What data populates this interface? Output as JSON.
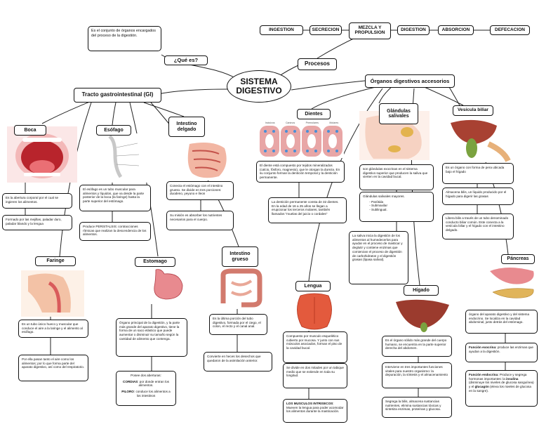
{
  "title": "SISTEMA DIGESTIVO",
  "intro": {
    "question": "¿Qué es?",
    "definition": "Es el conjunto de órganos encargados del proceso de la digestión."
  },
  "processes": {
    "label": "Procesos",
    "steps": [
      "INGESTION",
      "SECRECION",
      "MEZCLA Y PROPULSION",
      "DIGESTION",
      "ABSORCION",
      "DEFECACION"
    ]
  },
  "gi": {
    "label": "Tracto gastrointestinal (GI)",
    "boca": {
      "label": "Boca",
      "desc1": "Es la abertura corporal por el cual se ingieren los alimentos.",
      "desc2": "Formado por las mejillas, paladar duro, paladar blando y la lengua"
    },
    "esofago": {
      "label": "Esófago",
      "desc1": "El esófago es un tubo muscular para alimentos y líquidos, que va desde la parte posterior de la boca (la faringe) hasta la parte superior del estómago.",
      "desc2": "Produce PERISTALSIS: contracciones rítmicas que realizan la descendencia de los alimentos."
    },
    "delgado": {
      "label": "Intestino delgado",
      "desc1": "Conecta el estómago con el intestino grueso. Se divide en tres porciones: duodeno, yeyuno e íleon",
      "desc2": "Su misión es absorber los nutrientes necesarios para el cuerpo."
    },
    "faringe": {
      "label": "Faringe",
      "desc1": "Es un tubo único hueco y muscular que conduce el aire a la laringe y el alimento al esófago.",
      "desc2": "Por ella pasan tanto el aire como los alimentos; por lo que forma parte del aparato digestivo, así como del respiratorio."
    },
    "estomago": {
      "label": "Estomago",
      "desc1": "Órgano principal de la digestión, y la parte más grande del aparato digestivo, tiene la forma de un saco elástico que puede aumentar o disminuir su tamaño según la cantidad de alimento que contenga.",
      "desc2_intro": "Posee dos aberturas:",
      "cardias_key": "CORDIAS",
      "cardias": ": por donde entran los alimentos.",
      "piloro_key": "PILORO",
      "piloro": ": conduce los alimentos a los intestinos"
    },
    "grueso": {
      "label": "Intestino grueso",
      "desc1": "Es la última porción del tubo digestivo, formada por el ciego, el colon, el recto y el canal anal.",
      "desc2": "Convierte en heces los desechos que quedaron de la asimilación anterior."
    }
  },
  "accessory": {
    "label": "Órganos digestivos accesorios",
    "dientes": {
      "label": "Dientes",
      "desc1": "El diente está compuesto por tejidos mineralizados (calcio, fósforo, magnesio), que le otorgan la dureza. En su conjunto forman la dentición temporal y la dentición permanente.",
      "desc2": "La dentición permanente consta de 32 dientes. En la edad de 16 a 25 años se llegan a erupcionar los terceros molares, también llamados \"muelas del juicio o cordales\"",
      "pic_labels": [
        "Incisivos",
        "Caninos",
        "Premolares",
        "Molares"
      ]
    },
    "glandulas": {
      "label": "Glándulas salivales",
      "desc1": "son glándulas exocrinas en el sistema digestivo superior que producen la saliva que vierten en la cavidad bucal.",
      "desc2_title": "Glándulas salivales mayores.",
      "desc2_items": [
        "Parótida",
        "Submaxilar",
        "Sublingual."
      ],
      "desc3": "La saliva inicia la digestión de los alimentos al humedecerlos para ayudar en el proceso de masticar y deglutir y contiene enzimas que comienzan el proceso de digestión de carbohidratos y el digestión grasas (lipasa salival)."
    },
    "vesicula": {
      "label": "Vesícula biliar",
      "desc1": "Es un órgano con forma de pera ubicada bajo el hígado",
      "desc2": "Almacena bilis, un líquido producido por el hígado para digerir las grasas",
      "desc3": "Libera bilis a través de un tubo denominado conducto biliar común. Este conecta a la vesícula biliar y el hígado con el intestino delgado."
    },
    "lengua": {
      "label": "Lengua",
      "desc1": "Compuesto por musculo esquelético cubierto por mucosa. Y junto con sus músculos asociados, forman el piso de la cavidad bucal.",
      "desc2": "Se divide en dos mitades por un tabique medio que se extiende en toda su longitud.",
      "desc3_key": "LOS MUSCULOS INTRISECOS",
      "desc3": ": Mueven la lengua para poder acomodar los alimentos durante la masticación."
    },
    "higado": {
      "label": "Hígado",
      "desc1": "Es el órgano sólido más grande del cuerpo humano, se encuentra en la parte superior derecha del abdomen.",
      "desc2": "Interviene en tres importantes funciones vitales para nuestro organismo: la depuración, la síntesis y el almacenamiento",
      "desc3": "Segrega la bilis, almacena sustancias nutrientes, elimina sustancias tóxicas y sintetiza enzimas, proteínas y glucosa."
    },
    "pancreas": {
      "label": "Páncreas",
      "desc1": "órgano del aparato digestivo y del sistema endocrino. Se localiza en la cavidad abdominal, justo detrás del estómago.",
      "desc2_key": "Función exocrina:",
      "desc2": " produce las enzimas que ayudan a la digestión.",
      "desc3_key": "Función endocrina:",
      "desc3_a": " Produce y segrega hormonas importantes: la ",
      "insulina": "insulina",
      "desc3_b": " (disminuye los niveles de glucosa sanguínea) y el ",
      "glucagon": "glucagón",
      "desc3_c": " (eleva los niveles de glucosa en la sangre)."
    }
  },
  "colors": {
    "tissue": "#e88a8f",
    "tissue_dark": "#c44a52",
    "liver": "#9b3b2e",
    "bile": "#7aa23f",
    "tooth_blue": "#4a8fd6",
    "pancreas": "#e0b45a"
  }
}
